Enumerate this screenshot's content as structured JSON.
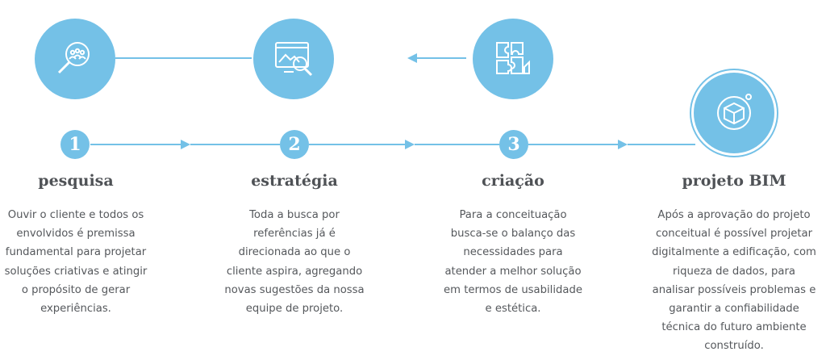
{
  "colors": {
    "accent": "#74c1e7",
    "text": "#55585c",
    "title": "#4f5256"
  },
  "steps": [
    {
      "number": "1",
      "title": "pesquisa",
      "icon": "magnifier-people-icon",
      "description": "Ouvir o cliente e todos os\nenvolvidos é premissa\nfundamental para projetar\nsoluções criativas e atingir\no propósito de gerar\nexperiências."
    },
    {
      "number": "2",
      "title": "estratégia",
      "icon": "browser-search-icon",
      "description": "Toda a busca por\nreferências já é\ndirecionada ao que o\ncliente aspira, agregando\nnovas sugestões da nossa\nequipe de projeto."
    },
    {
      "number": "3",
      "title": "criação",
      "icon": "puzzle-icon",
      "description": "Para a conceituação\nbusca-se o balanço das\nnecessidades para\natender a melhor solução\nem termos de usabilidade\ne estética."
    },
    {
      "number": "",
      "title": "projeto BIM",
      "icon": "bim-cube-icon",
      "description": "Após a aprovação do projeto\nconceitual é possível projetar\ndigitalmente a edificação, com\nriqueza de dados, para\nanalisar possíveis problemas e\ngarantir a confiabilidade\ntécnica do futuro ambiente\nconstruído."
    }
  ]
}
